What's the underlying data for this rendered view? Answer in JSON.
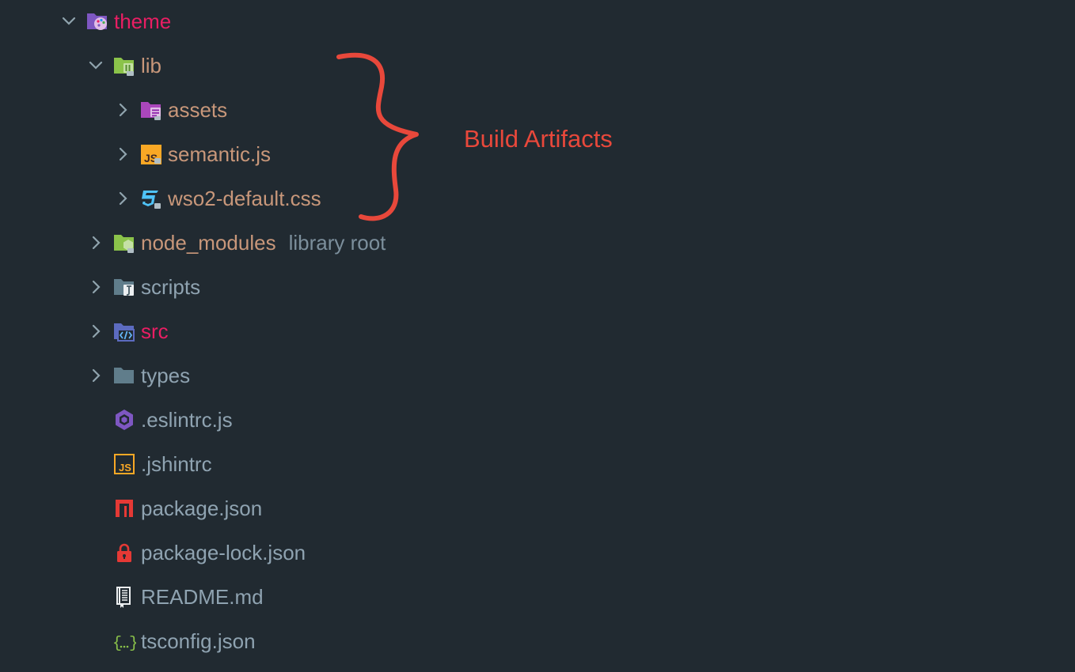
{
  "colors": {
    "background": "#212a31",
    "modified_text": "#c8977a",
    "source_root_text": "#e91e63",
    "plain_text": "#8fa3b1",
    "excluded_text": "#7c8f9c",
    "annotation": "#e8483b",
    "chevron": "#90a4ae"
  },
  "tree": {
    "items": [
      {
        "name": "theme",
        "icon": "folder-theme-icon",
        "expanded": true,
        "text_color": "#e91e63"
      },
      {
        "name": "lib",
        "icon": "folder-lib-icon",
        "expanded": true,
        "text_color": "#c8977a"
      },
      {
        "name": "assets",
        "icon": "folder-assets-icon",
        "expanded": false,
        "text_color": "#c8977a"
      },
      {
        "name": "semantic.js",
        "icon": "javascript-file-icon",
        "expanded": false,
        "text_color": "#c8977a"
      },
      {
        "name": "wso2-default.css",
        "icon": "css-file-icon",
        "expanded": false,
        "text_color": "#c8977a"
      },
      {
        "name": "node_modules",
        "tag": "library root",
        "icon": "folder-node-icon",
        "expanded": false,
        "text_color": "#c8977a"
      },
      {
        "name": "scripts",
        "icon": "folder-scripts-icon",
        "expanded": false,
        "text_color": "#8fa3b1"
      },
      {
        "name": "src",
        "icon": "folder-src-icon",
        "expanded": false,
        "text_color": "#e91e63"
      },
      {
        "name": "types",
        "icon": "folder-icon",
        "expanded": false,
        "text_color": "#8fa3b1"
      },
      {
        "name": ".eslintrc.js",
        "icon": "eslint-icon",
        "text_color": "#8fa3b1"
      },
      {
        "name": ".jshintrc",
        "icon": "jshint-icon",
        "text_color": "#8fa3b1"
      },
      {
        "name": "package.json",
        "icon": "npm-icon",
        "text_color": "#8fa3b1"
      },
      {
        "name": "package-lock.json",
        "icon": "lock-icon",
        "text_color": "#8fa3b1"
      },
      {
        "name": "README.md",
        "icon": "readme-icon",
        "text_color": "#8fa3b1"
      },
      {
        "name": "tsconfig.json",
        "icon": "json-file-icon",
        "text_color": "#8fa3b1"
      }
    ]
  },
  "annotation": {
    "text": "Build Artifacts"
  }
}
